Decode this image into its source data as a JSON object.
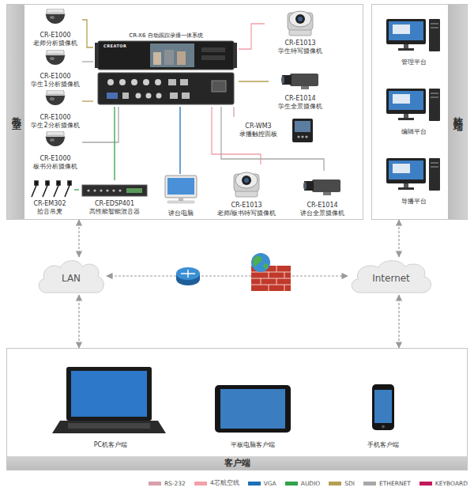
{
  "diagram": {
    "nodes": [
      {
        "text": [
          "教室"
        ]
      },
      {
        "text": [
          "CR-E1000",
          "老师分析摄像机"
        ],
        "in": 0
      },
      {
        "text": [
          "CR-E1000",
          "学生1分析摄像机"
        ],
        "in": 0
      },
      {
        "text": [
          "CR-E1000",
          "学生2分析摄像机"
        ],
        "in": 0
      },
      {
        "text": [
          "CR-E1000",
          "板书分析摄像机"
        ],
        "in": 0
      },
      {
        "text": [
          "CR-X6 自动跟踪录播一体系统"
        ],
        "in": 0
      },
      {
        "text": [
          "CR-E1013",
          "学生特写摄像机"
        ],
        "in": 0
      },
      {
        "text": [
          "CR-E1014",
          "学生全景摄像机"
        ],
        "in": 0
      },
      {
        "text": [
          "CR-WM3",
          "录播触控面板"
        ],
        "in": 0
      },
      {
        "text": [
          "CR-EM302",
          "拾音吊麦"
        ],
        "in": 0
      },
      {
        "text": [
          "CR-EDSP401",
          "高性能智能混音器"
        ],
        "in": 0
      },
      {
        "text": [
          "讲台电脑"
        ],
        "in": 0
      },
      {
        "text": [
          "CR-E1013",
          "老师/板书特写摄像机"
        ],
        "in": 0
      },
      {
        "text": [
          "CR-E1014",
          "讲台全景摄像机"
        ],
        "in": 0
      },
      {
        "text": [
          "软件端"
        ]
      },
      {
        "text": [
          "管理平台"
        ],
        "in": 14
      },
      {
        "text": [
          "编辑平台"
        ],
        "in": 14
      },
      {
        "text": [
          "导播平台"
        ],
        "in": 14
      },
      {
        "text": [
          "LAN"
        ]
      },
      {
        "text": [
          "Internet"
        ]
      },
      {
        "text": [
          "客户端"
        ]
      },
      {
        "text": [
          "PC机客户端"
        ],
        "in": 20
      },
      {
        "text": [
          "平板电脑客户端"
        ],
        "in": 20
      },
      {
        "text": [
          "手机客户端"
        ],
        "in": 20
      }
    ],
    "edges": [
      {
        "from": 1,
        "to": 5,
        "arrow": "none"
      },
      {
        "from": 2,
        "to": 5,
        "arrow": "none"
      },
      {
        "from": 3,
        "to": 5,
        "arrow": "none"
      },
      {
        "from": 4,
        "to": 5,
        "arrow": "none"
      },
      {
        "from": 6,
        "to": 5,
        "arrow": "none"
      },
      {
        "from": 7,
        "to": 5,
        "arrow": "none"
      },
      {
        "from": 8,
        "to": 5,
        "arrow": "none"
      },
      {
        "from": 9,
        "to": 10,
        "arrow": "none"
      },
      {
        "from": 10,
        "to": 5,
        "arrow": "none"
      },
      {
        "from": 11,
        "to": 5,
        "arrow": "none"
      },
      {
        "from": 12,
        "to": 5,
        "arrow": "none"
      },
      {
        "from": 13,
        "to": 5,
        "arrow": "none"
      },
      {
        "from": 18,
        "to": 0,
        "arrow": "both"
      },
      {
        "from": 18,
        "to": 20,
        "arrow": "both"
      },
      {
        "from": 18,
        "to": 19,
        "arrow": "both"
      },
      {
        "from": 19,
        "to": 14,
        "arrow": "both"
      },
      {
        "from": 19,
        "to": 20,
        "arrow": "both"
      }
    ],
    "labels": [
      "CREATOR"
    ],
    "legend": [
      {
        "text": "RS-232",
        "color": "#d7a0ad"
      },
      {
        "text": "4芯航空线",
        "color": "#f2a0a8"
      },
      {
        "text": "VGA",
        "color": "#1f6fb8"
      },
      {
        "text": "AUDIO",
        "color": "#33a24a"
      },
      {
        "text": "SDI",
        "color": "#b59f53"
      },
      {
        "text": "ETHERNET",
        "color": "#a8a8a8"
      },
      {
        "text": "KEYBOARD",
        "color": "#c3195d"
      }
    ]
  }
}
